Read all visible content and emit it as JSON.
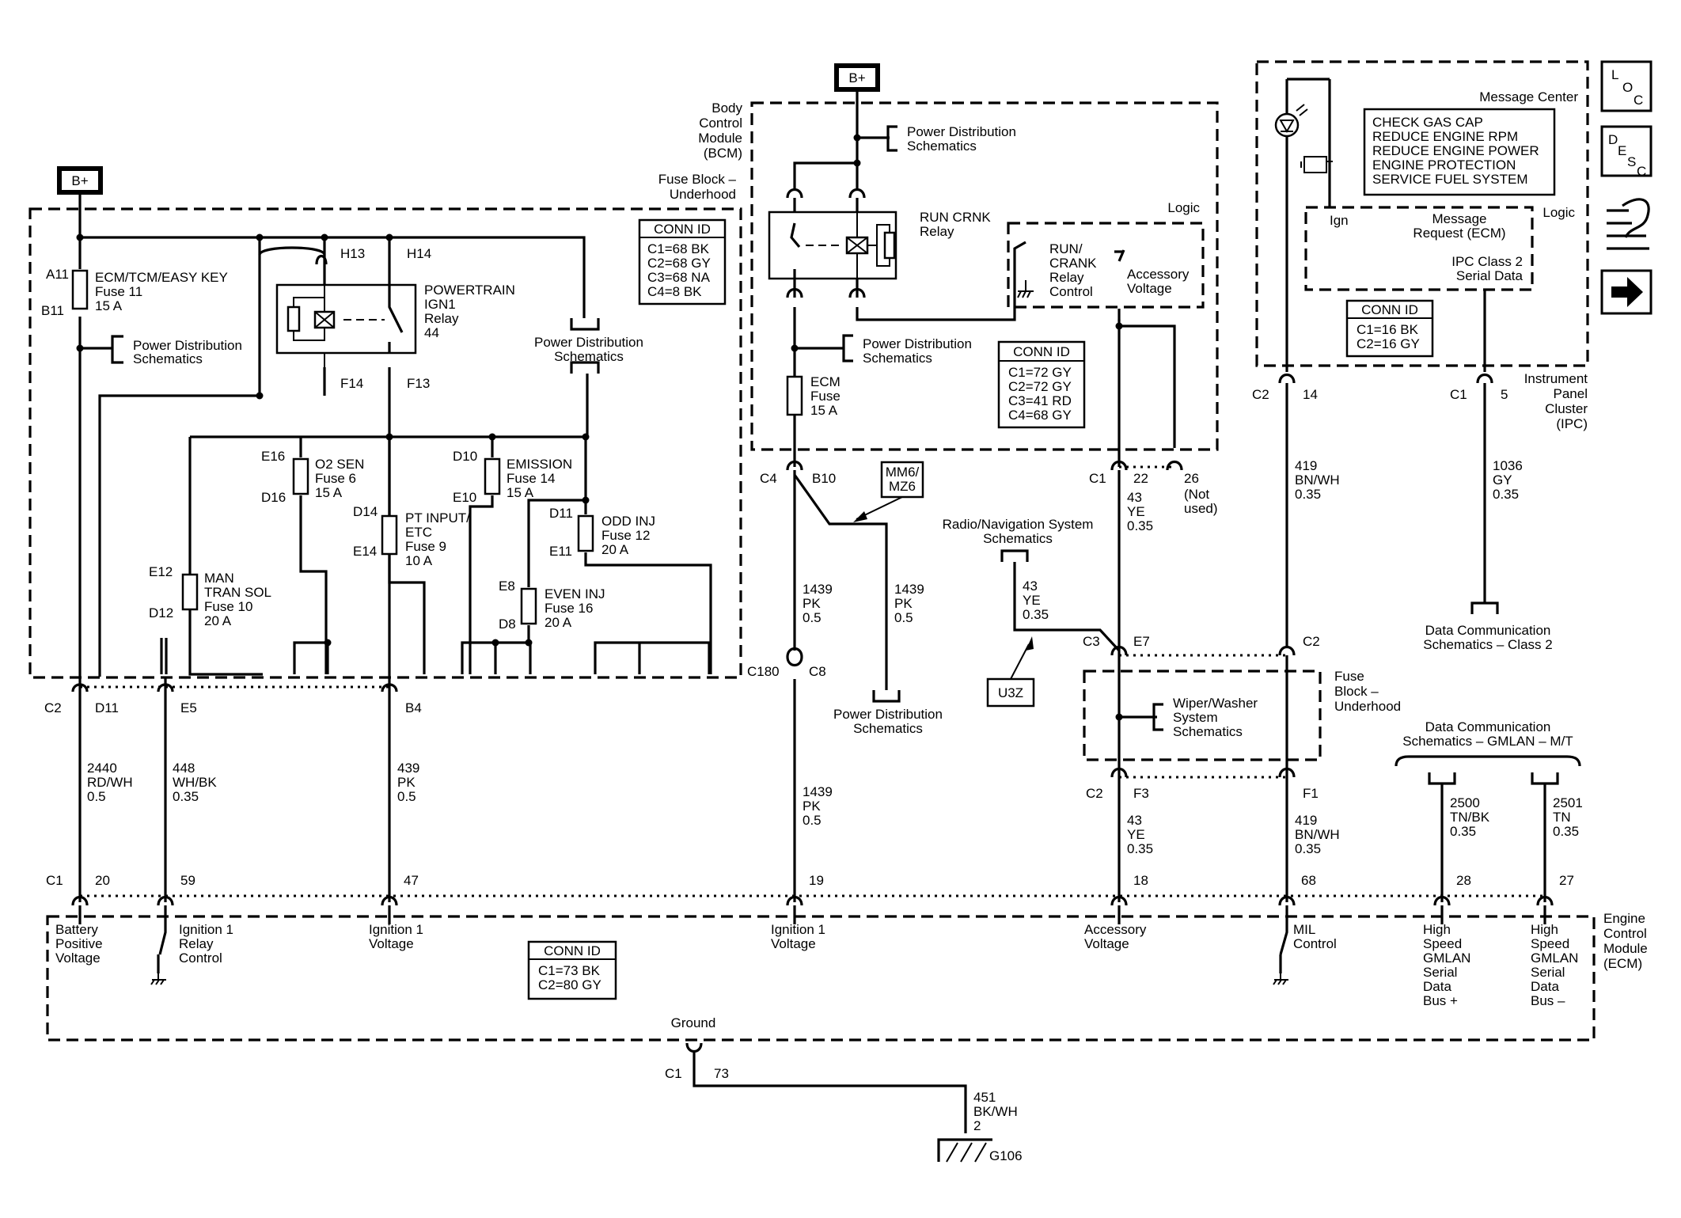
{
  "bplus": "B+",
  "modules": {
    "fuse_block": [
      "Fuse Block –",
      "Underhood"
    ],
    "bcm": [
      "Body",
      "Control",
      "Module",
      "(BCM)"
    ],
    "ipc": [
      "Instrument",
      "Panel",
      "Cluster",
      "(IPC)"
    ],
    "ecm": [
      "Engine",
      "Control",
      "Module",
      "(ECM)"
    ],
    "fuse_block_2": [
      "Fuse",
      "Block –",
      "Underhood"
    ]
  },
  "conn_id": {
    "header": "CONN ID",
    "fuse_block": [
      "C1=68 BK",
      "C2=68 GY",
      "C3=68 NA",
      "C4=8 BK"
    ],
    "bcm": [
      "C1=72 GY",
      "C2=72 GY",
      "C3=41 RD",
      "C4=68 GY"
    ],
    "ipc": [
      "C1=16 BK",
      "C2=16 GY"
    ],
    "ecm": [
      "C1=73 BK",
      "C2=80 GY"
    ]
  },
  "fuses": {
    "f11": [
      "ECM/TCM/EASY KEY",
      "Fuse 11",
      "15 A"
    ],
    "f6": [
      "O2 SEN",
      "Fuse 6",
      "15 A"
    ],
    "f14": [
      "EMISSION",
      "Fuse 14",
      "15 A"
    ],
    "f9": [
      "PT INPUT/",
      "ETC",
      "Fuse 9",
      "10 A"
    ],
    "f12": [
      "ODD INJ",
      "Fuse 12",
      "20 A"
    ],
    "f10": [
      "MAN",
      "TRAN SOL",
      "Fuse 10",
      "20 A"
    ],
    "f16": [
      "EVEN INJ",
      "Fuse 16",
      "20 A"
    ],
    "ecm": [
      "ECM",
      "Fuse",
      "15 A"
    ]
  },
  "relays": {
    "ign1": [
      "POWERTRAIN",
      "IGN1",
      "Relay",
      "44"
    ],
    "run_crnk": [
      "RUN CRNK",
      "Relay"
    ]
  },
  "refs": {
    "pds": [
      "Power Distribution",
      "Schematics"
    ],
    "radio": [
      "Radio/Navigation System",
      "Schematics"
    ],
    "wiper": [
      "Wiper/Washer",
      "System",
      "Schematics"
    ],
    "dc_class2": [
      "Data Communication",
      "Schematics – Class 2"
    ],
    "dc_gmlan": [
      "Data Communication",
      "Schematics – GMLAN – M/T"
    ]
  },
  "options": {
    "mm6": [
      "MM6/",
      "MZ6"
    ],
    "u3z": "U3Z"
  },
  "pins": {
    "A11": "A11",
    "B11": "B11",
    "H13": "H13",
    "H14": "H14",
    "F14": "F14",
    "F13": "F13",
    "E16": "E16",
    "D16": "D16",
    "D10": "D10",
    "E10": "E10",
    "D14": "D14",
    "E14": "E14",
    "D11": "D11",
    "E11": "E11",
    "E12": "E12",
    "D12": "D12",
    "E8": "E8",
    "D8": "D8",
    "C2": "C2",
    "C1": "C1",
    "C4": "C4",
    "C3": "C3",
    "E5": "E5",
    "B4": "B4",
    "B10": "B10",
    "C8": "C8",
    "C180": "C180",
    "E7": "E7",
    "F3": "F3",
    "F1": "F1",
    "n22": "22",
    "n26": "26",
    "not_used": [
      "(Not",
      "used)"
    ],
    "n14": "14",
    "n5": "5",
    "n20": "20",
    "n59": "59",
    "n47": "47",
    "n19": "19",
    "n18": "18",
    "n68": "68",
    "n28": "28",
    "n27": "27",
    "n73": "73"
  },
  "wires": {
    "w2440": [
      "2440",
      "RD/WH",
      "0.5"
    ],
    "w448": [
      "448",
      "WH/BK",
      "0.35"
    ],
    "w439": [
      "439",
      "PK",
      "0.5"
    ],
    "w1439": [
      "1439",
      "PK",
      "0.5"
    ],
    "w43": [
      "43",
      "YE",
      "0.35"
    ],
    "w419": [
      "419",
      "BN/WH",
      "0.35"
    ],
    "w1036": [
      "1036",
      "GY",
      "0.35"
    ],
    "w2500": [
      "2500",
      "TN/BK",
      "0.35"
    ],
    "w2501": [
      "2501",
      "TN",
      "0.35"
    ],
    "w451": [
      "451",
      "BK/WH",
      "2"
    ]
  },
  "ecm_inputs": {
    "battery": [
      "Battery",
      "Positive",
      "Voltage"
    ],
    "ign_relay": [
      "Ignition 1",
      "Relay",
      "Control"
    ],
    "ign_volt": [
      "Ignition 1",
      "Voltage"
    ],
    "ign_volt_2": [
      "Ignition 1",
      "Voltage"
    ],
    "acc": [
      "Accessory",
      "Voltage"
    ],
    "mil": [
      "MIL",
      "Control"
    ],
    "gmlan_p": [
      "High",
      "Speed",
      "GMLAN",
      "Serial",
      "Data",
      "Bus +"
    ],
    "gmlan_n": [
      "High",
      "Speed",
      "GMLAN",
      "Serial",
      "Data",
      "Bus –"
    ]
  },
  "bcm_logic": {
    "logic": "Logic",
    "run_crank": [
      "RUN/",
      "CRANK",
      "Relay",
      "Control"
    ],
    "acc": [
      "Accessory",
      "Voltage"
    ]
  },
  "ipc_logic": {
    "logic": "Logic",
    "msg_center": "Message Center",
    "messages": [
      "CHECK GAS CAP",
      "REDUCE ENGINE RPM",
      "REDUCE ENGINE POWER",
      "ENGINE PROTECTION",
      "SERVICE FUEL SYSTEM"
    ],
    "ign": "Ign",
    "msg_req": [
      "Message",
      "Request (ECM)"
    ],
    "class2": [
      "IPC Class 2",
      "Serial Data"
    ]
  },
  "ground": {
    "label": "Ground",
    "g106": "G106"
  },
  "side_tools": {
    "loc": [
      "L",
      "O",
      "C"
    ],
    "desc": [
      "D",
      "E",
      "S",
      "C"
    ]
  }
}
